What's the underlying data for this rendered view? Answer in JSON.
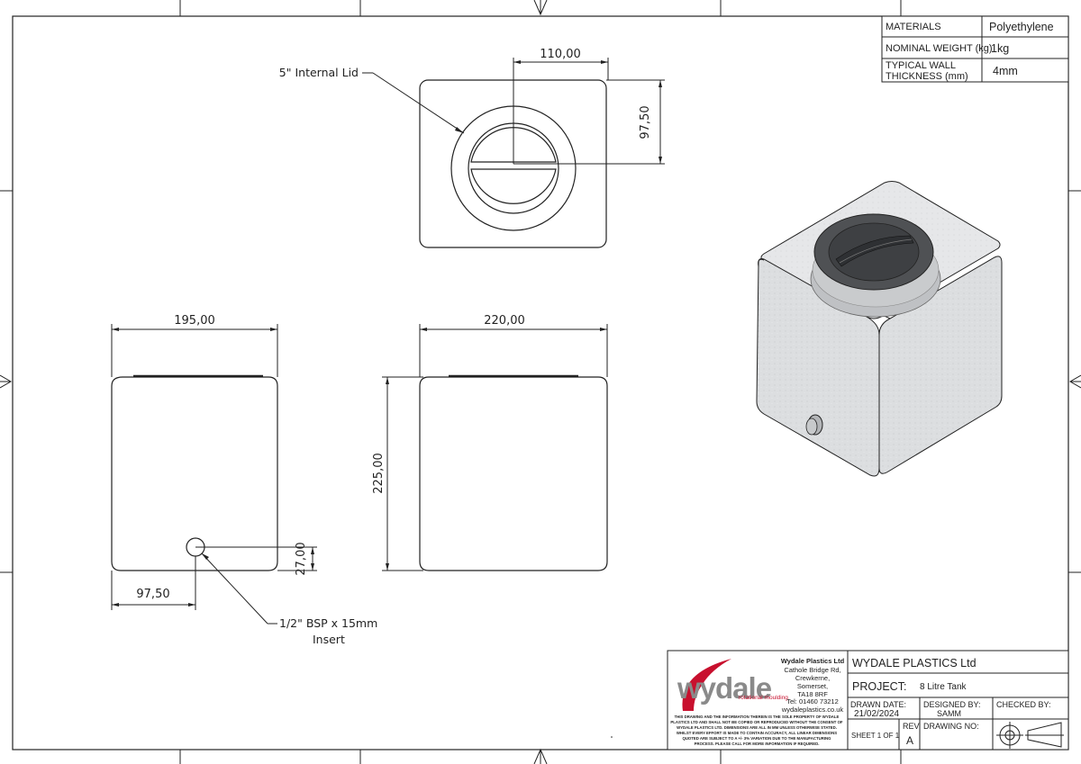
{
  "materials_table": {
    "rows": [
      {
        "label": "MATERIALS",
        "value": "Polyethylene"
      },
      {
        "label": "NOMINAL WEIGHT (kg)",
        "value": "1kg"
      },
      {
        "label": "TYPICAL WALL",
        "label2": "THICKNESS (mm)",
        "value": "4mm"
      }
    ]
  },
  "dimensions": {
    "lid_width": "110,00",
    "lid_offset": "97,50",
    "side_width": "195,00",
    "front_width": "220,00",
    "height": "225,00",
    "insert_height": "27,00",
    "insert_offset": "97,50"
  },
  "annotations": {
    "lid": "5\" Internal Lid",
    "insert_line1": "1/2\" BSP x 15mm",
    "insert_line2": "Insert"
  },
  "title_block": {
    "logo_text": "wydale",
    "logo_tagline": "rotational moulding",
    "company_name": "Wydale Plastics Ltd",
    "address": [
      "Cathole Bridge Rd,",
      "Crewkerne,",
      "Somerset,",
      "TA18 8RF"
    ],
    "tel": "Tel: 01460 73212",
    "web": "wydaleplastics.co.uk",
    "disclaimer": [
      "THIS DRAWING AND THE INFORMATION THEREIN IS THE SOLE PROPERTY OF WYDALE",
      "PLASTICS LTD AND SHALL NOT BE COPIED OR REPRODUCED WITHOUT THE CONSENT OF",
      "WYDALE PLASTICS LTD. DIMENSIONS ARE ALL IN MM UNLESS OTHERWISE STATED.",
      "WHILST EVERY EFFORT IS MADE TO CONTAIN ACCURACY, ALL LINEAR DIMENSIONS",
      "QUOTED ARE SUBJECT TO A +/- 3% VARIATION DUE TO THE MANUFACTURING",
      "PROCESS. PLEASE CALL FOR MORE INFORMATION IF REQUIRED."
    ],
    "header": "WYDALE PLASTICS Ltd",
    "project_label": "PROJECT:",
    "project_value": "8 Litre Tank",
    "drawn_date_label": "DRAWN DATE:",
    "drawn_date_value": "21/02/2024",
    "designed_by_label": "DESIGNED BY:",
    "designed_by_value": "SAMM",
    "checked_by_label": "CHECKED BY:",
    "sheet": "SHEET 1 OF 1",
    "rev_label": "REV",
    "rev_value": "A",
    "drawing_no_label": "DRAWING NO:"
  },
  "colors": {
    "line": "#222222",
    "logo_red": "#c8102e",
    "logo_gray": "#8a8a8a",
    "tank_face": "#d8dadc",
    "lid_dark": "#555555"
  }
}
